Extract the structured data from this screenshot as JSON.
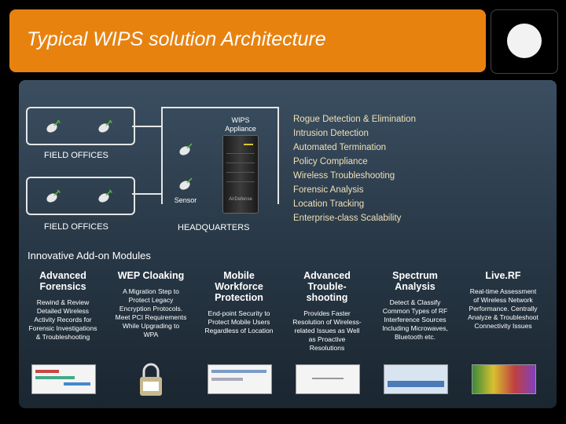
{
  "header": {
    "title": "Typical WIPS solution Architecture"
  },
  "diagram": {
    "wips_appliance_label": "WIPS\nAppliance",
    "field_offices_label_1": "FIELD OFFICES",
    "field_offices_label_2": "FIELD OFFICES",
    "sensor_label": "Sensor",
    "headquarters_label": "HEADQUARTERS",
    "appliance_brand": "AirDefense"
  },
  "features": [
    "Rogue Detection & Elimination",
    "Intrusion Detection",
    "Automated Termination",
    "Policy Compliance",
    "Wireless Troubleshooting",
    "Forensic Analysis",
    "Location Tracking",
    "Enterprise-class Scalability"
  ],
  "addons": {
    "heading": "Innovative Add-on Modules",
    "modules": [
      {
        "title": "Advanced Forensics",
        "desc": "Rewind & Review Detailed Wireless Activity Records for Forensic Investigations & Troubleshooting"
      },
      {
        "title": "WEP Cloaking",
        "desc": "A Migration Step to Protect Legacy Encryption Protocols. Meet PCI Requirements While Upgrading to WPA"
      },
      {
        "title": "Mobile Workforce Protection",
        "desc": "End-point Security to Protect Mobile Users Regardless of Location"
      },
      {
        "title": "Advanced Trouble-shooting",
        "desc": "Provides Faster Resolution of Wireless-related Issues as Well as Proactive Resolutions"
      },
      {
        "title": "Spectrum Analysis",
        "desc": "Detect & Classify Common Types of RF Interference Sources Including Microwaves, Bluetooth etc."
      },
      {
        "title": "Live.RF",
        "desc": "Real-time Assessment of Wireless Network Performance. Centrally Analyze & Troubleshoot Connectivity Issues"
      }
    ]
  },
  "colors": {
    "header": "#e8820f",
    "panel": "#2f4152",
    "feature_text": "#f0e0b8"
  },
  "icons": [
    "satellite-dish-icon",
    "appliance-icon"
  ]
}
